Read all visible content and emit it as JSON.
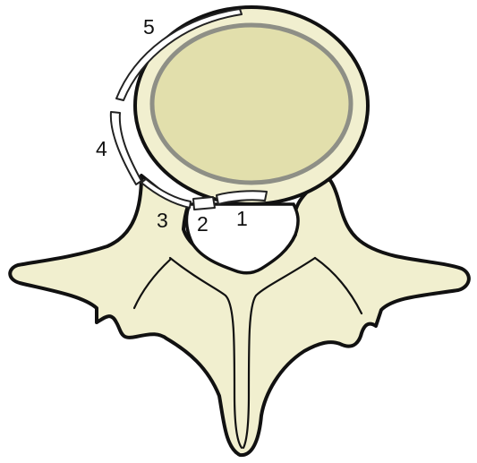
{
  "labels": {
    "zone_1": "1",
    "zone_2": "2",
    "zone_3": "3",
    "zone_4": "4",
    "zone_5": "5"
  },
  "colors": {
    "bone_fill": "#f1efcf",
    "disc_nucleus": "#e2dfac",
    "disc_ring": "#8e8f86",
    "outline": "#111111",
    "zone_fill": "#ffffff",
    "background": "#ffffff"
  }
}
